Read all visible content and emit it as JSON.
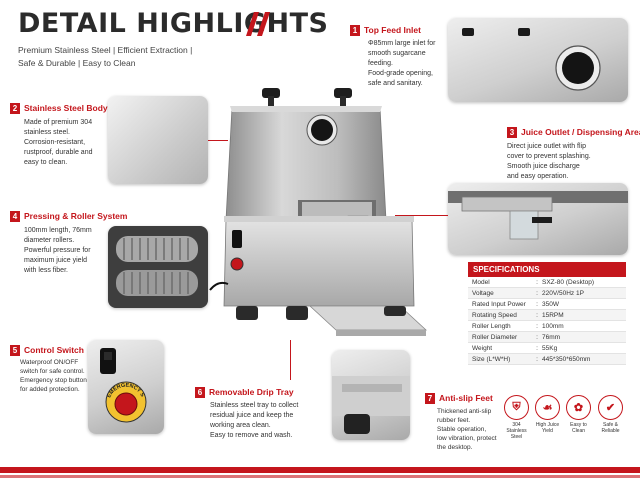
{
  "header": {
    "title": "DETAIL HIGHLIGHTS",
    "subtitle_line1": "Premium Stainless Steel  |  Efficient Extraction  |",
    "subtitle_line2": "Safe & Durable  |  Easy to Clean"
  },
  "sections": [
    {
      "num": "1",
      "title": "Top Feed Inlet",
      "lines": [
        "Φ85mm large inlet for",
        "smooth sugarcane",
        "feeding.",
        "Food-grade opening,",
        "safe and sanitary."
      ]
    },
    {
      "num": "2",
      "title": "Stainless Steel Body",
      "lines": [
        "Made of premium 304",
        "stainless steel.",
        "Corrosion-resistant,",
        "rustproof, durable and",
        "easy to clean."
      ]
    },
    {
      "num": "3",
      "title": "Juice Outlet / Dispensing Area",
      "lines": [
        "Direct juice outlet with flip",
        "cover to prevent splashing.",
        "Smooth juice discharge",
        "and easy operation."
      ]
    },
    {
      "num": "4",
      "title": "Pressing & Roller System",
      "lines": [
        "100mm length, 76mm",
        "diameter rollers.",
        "Powerful pressure for",
        "maximum juice yield",
        "with less fiber."
      ]
    },
    {
      "num": "5",
      "title": "Control Switch",
      "lines": [
        "Waterproof ON/OFF",
        "switch for safe control.",
        "Emergency stop button",
        "for added protection."
      ]
    },
    {
      "num": "6",
      "title": "Removable Drip Tray",
      "lines": [
        "Stainless steel tray to collect",
        "residual juice and keep the",
        "working area clean.",
        "Easy to remove and wash."
      ]
    },
    {
      "num": "7",
      "title": "Anti-slip Feet",
      "lines": [
        "Thickened anti-slip",
        "rubber feet.",
        "Stable operation,",
        "low vibration, protect",
        "the desktop."
      ]
    }
  ],
  "specs": {
    "title": "SPECIFICATIONS",
    "rows": [
      {
        "k": "Model",
        "v": "SXZ-80 (Desktop)"
      },
      {
        "k": "Voltage",
        "v": "220V/50Hz  1P"
      },
      {
        "k": "Rated Input Power",
        "v": "350W"
      },
      {
        "k": "Rotating Speed",
        "v": "15RPM"
      },
      {
        "k": "Roller Length",
        "v": "100mm"
      },
      {
        "k": "Roller Diameter",
        "v": "76mm"
      },
      {
        "k": "Weight",
        "v": "55Kg"
      },
      {
        "k": "Size (L*W*H)",
        "v": "445*350*650mm"
      }
    ]
  },
  "features": [
    {
      "icon": "shield-icon",
      "label_1": "304 Stainless",
      "label_2": "Steel"
    },
    {
      "icon": "juice-drop-icon",
      "label_1": "High Juice",
      "label_2": "Yield"
    },
    {
      "icon": "cleaning-icon",
      "label_1": "Easy to Clean",
      "label_2": ""
    },
    {
      "icon": "safety-shield-icon",
      "label_1": "Safe &",
      "label_2": "Reliable"
    }
  ],
  "switch_panel": {
    "stop_label": "EMERGENCY STOP"
  },
  "colors": {
    "accent": "#c4161c",
    "steel": "#c9c9c9",
    "text": "#222222"
  }
}
